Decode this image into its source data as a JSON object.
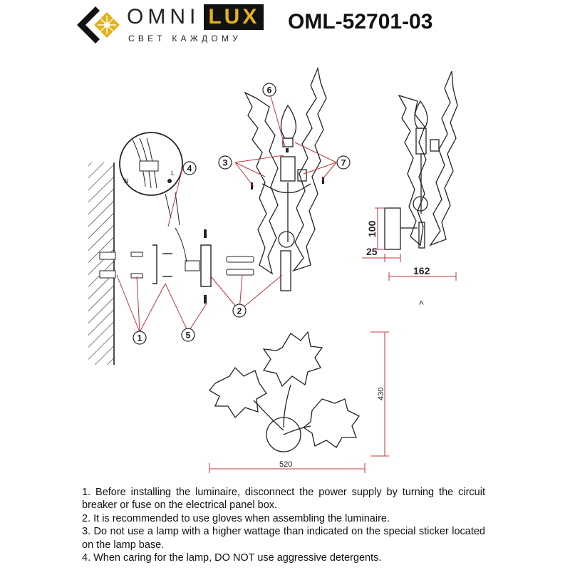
{
  "brand": {
    "name_part1": "OMNI",
    "name_part2": "LUX",
    "tagline": "СВЕТ КАЖДОМУ",
    "accent_color": "#e2b21b"
  },
  "model_code": "OML-52701-03",
  "callouts": [
    "1",
    "2",
    "3",
    "4",
    "5",
    "6",
    "7"
  ],
  "wiring_labels": {
    "neutral": "N",
    "live": "L"
  },
  "dimensions": {
    "side_height": "100",
    "side_depth": "25",
    "side_width": "162",
    "top_height": "430",
    "top_width": "520"
  },
  "instructions": [
    "1. Before installing the luminaire, disconnect the power supply by turning the circuit breaker or fuse on the electrical panel box.",
    "2. It is recommended to use gloves when assembling the luminaire.",
    "3. Do not use a lamp with a higher wattage than indicated on the special sticker located on the lamp base.",
    "4. When caring for the lamp, DO NOT use aggressive detergents."
  ],
  "colors": {
    "callout_line": "#c4353a",
    "drawing": "#222222"
  }
}
